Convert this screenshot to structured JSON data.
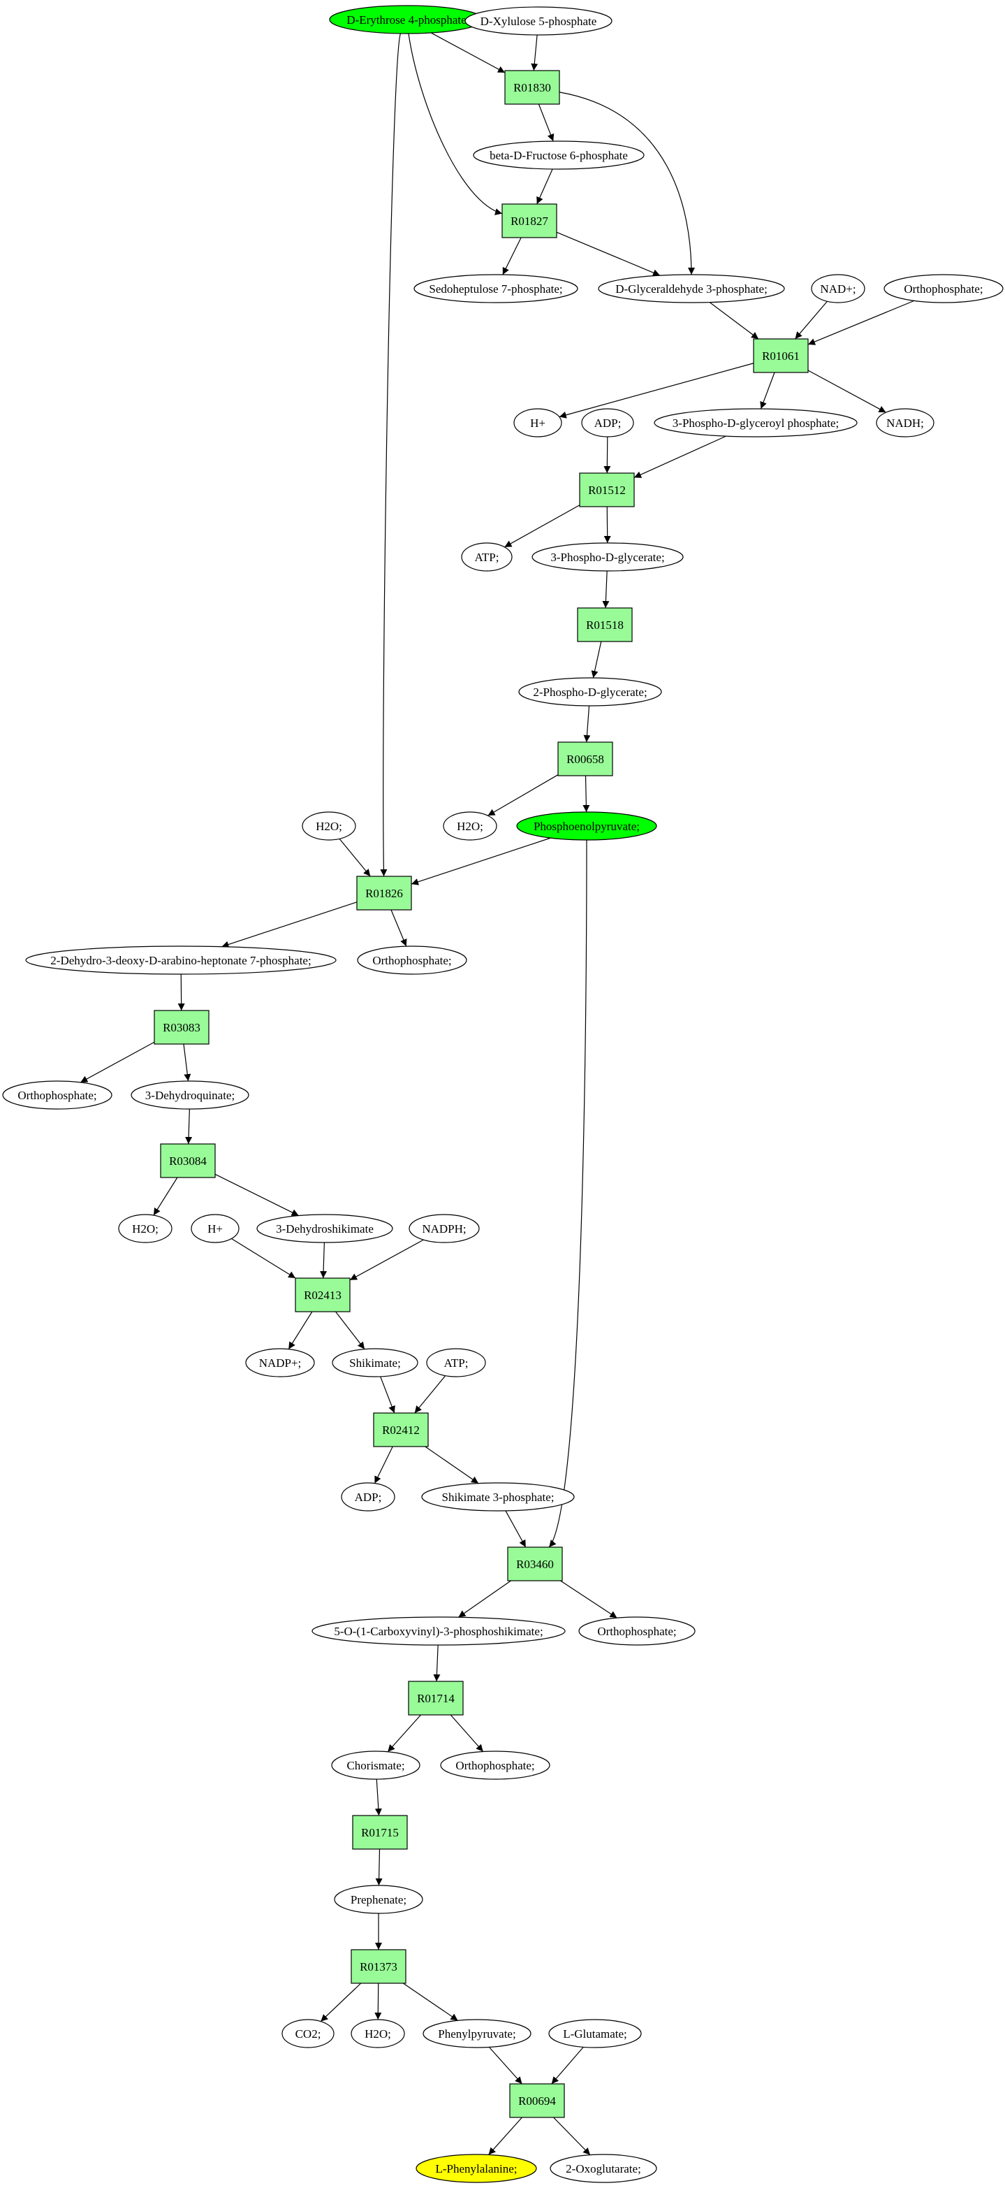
{
  "colors": {
    "compound": "#ffffff",
    "start_compound": "#00ff00",
    "target_compound": "#ffff00",
    "reaction": "#98fb98",
    "stroke": "#000000"
  },
  "compounds": [
    {
      "id": "c01",
      "label": "D-Erythrose 4-phosphate",
      "kind": "start"
    },
    {
      "id": "c02",
      "label": "D-Xylulose 5-phosphate",
      "kind": "normal"
    },
    {
      "id": "c03",
      "label": "beta-D-Fructose 6-phosphate",
      "kind": "normal"
    },
    {
      "id": "c04",
      "label": "Sedoheptulose 7-phosphate;",
      "kind": "normal"
    },
    {
      "id": "c05",
      "label": "D-Glyceraldehyde 3-phosphate;",
      "kind": "normal"
    },
    {
      "id": "c06",
      "label": "NAD+;",
      "kind": "normal"
    },
    {
      "id": "c07",
      "label": "Orthophosphate;",
      "kind": "normal"
    },
    {
      "id": "c08",
      "label": "H+",
      "kind": "normal"
    },
    {
      "id": "c09",
      "label": "ADP;",
      "kind": "normal"
    },
    {
      "id": "c10",
      "label": "3-Phospho-D-glyceroyl phosphate;",
      "kind": "normal"
    },
    {
      "id": "c11",
      "label": "NADH;",
      "kind": "normal"
    },
    {
      "id": "c12",
      "label": "ATP;",
      "kind": "normal"
    },
    {
      "id": "c13",
      "label": "3-Phospho-D-glycerate;",
      "kind": "normal"
    },
    {
      "id": "c14",
      "label": "2-Phospho-D-glycerate;",
      "kind": "normal"
    },
    {
      "id": "c15",
      "label": "H2O;",
      "kind": "normal"
    },
    {
      "id": "c16",
      "label": "Phosphoenolpyruvate;",
      "kind": "start"
    },
    {
      "id": "c17",
      "label": "H2O;",
      "kind": "normal"
    },
    {
      "id": "c18",
      "label": "2-Dehydro-3-deoxy-D-arabino-heptonate 7-phosphate;",
      "kind": "normal"
    },
    {
      "id": "c19",
      "label": "Orthophosphate;",
      "kind": "normal"
    },
    {
      "id": "c20",
      "label": "Orthophosphate;",
      "kind": "normal"
    },
    {
      "id": "c21",
      "label": "3-Dehydroquinate;",
      "kind": "normal"
    },
    {
      "id": "c22",
      "label": "H2O;",
      "kind": "normal"
    },
    {
      "id": "c23",
      "label": "H+",
      "kind": "normal"
    },
    {
      "id": "c24",
      "label": "3-Dehydroshikimate",
      "kind": "normal"
    },
    {
      "id": "c25",
      "label": "NADPH;",
      "kind": "normal"
    },
    {
      "id": "c26",
      "label": "NADP+;",
      "kind": "normal"
    },
    {
      "id": "c27",
      "label": "Shikimate;",
      "kind": "normal"
    },
    {
      "id": "c28",
      "label": "ATP;",
      "kind": "normal"
    },
    {
      "id": "c29",
      "label": "ADP;",
      "kind": "normal"
    },
    {
      "id": "c30",
      "label": "Shikimate 3-phosphate;",
      "kind": "normal"
    },
    {
      "id": "c31",
      "label": "5-O-(1-Carboxyvinyl)-3-phosphoshikimate;",
      "kind": "normal"
    },
    {
      "id": "c32",
      "label": "Orthophosphate;",
      "kind": "normal"
    },
    {
      "id": "c33",
      "label": "Chorismate;",
      "kind": "normal"
    },
    {
      "id": "c34",
      "label": "Orthophosphate;",
      "kind": "normal"
    },
    {
      "id": "c35",
      "label": "Prephenate;",
      "kind": "normal"
    },
    {
      "id": "c36",
      "label": "CO2;",
      "kind": "normal"
    },
    {
      "id": "c37",
      "label": "H2O;",
      "kind": "normal"
    },
    {
      "id": "c38",
      "label": "Phenylpyruvate;",
      "kind": "normal"
    },
    {
      "id": "c39",
      "label": "L-Glutamate;",
      "kind": "normal"
    },
    {
      "id": "c40",
      "label": "L-Phenylalanine;",
      "kind": "target"
    },
    {
      "id": "c41",
      "label": "2-Oxoglutarate;",
      "kind": "normal"
    }
  ],
  "reactions": [
    {
      "id": "R01830",
      "label": "R01830"
    },
    {
      "id": "R01827",
      "label": "R01827"
    },
    {
      "id": "R01061",
      "label": "R01061"
    },
    {
      "id": "R01512",
      "label": "R01512"
    },
    {
      "id": "R01518",
      "label": "R01518"
    },
    {
      "id": "R00658",
      "label": "R00658"
    },
    {
      "id": "R01826",
      "label": "R01826"
    },
    {
      "id": "R03083",
      "label": "R03083"
    },
    {
      "id": "R03084",
      "label": "R03084"
    },
    {
      "id": "R02413",
      "label": "R02413"
    },
    {
      "id": "R02412",
      "label": "R02412"
    },
    {
      "id": "R03460",
      "label": "R03460"
    },
    {
      "id": "R01714",
      "label": "R01714"
    },
    {
      "id": "R01715",
      "label": "R01715"
    },
    {
      "id": "R01373",
      "label": "R01373"
    },
    {
      "id": "R00694",
      "label": "R00694"
    }
  ],
  "edges": [
    [
      "c01",
      "R01830"
    ],
    [
      "c02",
      "R01830"
    ],
    [
      "R01830",
      "c03"
    ],
    [
      "R01830",
      "c05"
    ],
    [
      "c01",
      "R01827"
    ],
    [
      "c03",
      "R01827"
    ],
    [
      "R01827",
      "c04"
    ],
    [
      "R01827",
      "c05"
    ],
    [
      "c05",
      "R01061"
    ],
    [
      "c06",
      "R01061"
    ],
    [
      "c07",
      "R01061"
    ],
    [
      "R01061",
      "c08"
    ],
    [
      "R01061",
      "c10"
    ],
    [
      "R01061",
      "c11"
    ],
    [
      "c09",
      "R01512"
    ],
    [
      "c10",
      "R01512"
    ],
    [
      "R01512",
      "c12"
    ],
    [
      "R01512",
      "c13"
    ],
    [
      "c13",
      "R01518"
    ],
    [
      "R01518",
      "c14"
    ],
    [
      "c14",
      "R00658"
    ],
    [
      "R00658",
      "c15"
    ],
    [
      "R00658",
      "c16"
    ],
    [
      "c01",
      "R01826"
    ],
    [
      "c17",
      "R01826"
    ],
    [
      "c16",
      "R01826"
    ],
    [
      "R01826",
      "c18"
    ],
    [
      "R01826",
      "c19"
    ],
    [
      "c18",
      "R03083"
    ],
    [
      "R03083",
      "c20"
    ],
    [
      "R03083",
      "c21"
    ],
    [
      "c21",
      "R03084"
    ],
    [
      "R03084",
      "c22"
    ],
    [
      "R03084",
      "c24"
    ],
    [
      "c23",
      "R02413"
    ],
    [
      "c24",
      "R02413"
    ],
    [
      "c25",
      "R02413"
    ],
    [
      "R02413",
      "c26"
    ],
    [
      "R02413",
      "c27"
    ],
    [
      "c27",
      "R02412"
    ],
    [
      "c28",
      "R02412"
    ],
    [
      "R02412",
      "c29"
    ],
    [
      "R02412",
      "c30"
    ],
    [
      "c30",
      "R03460"
    ],
    [
      "c16",
      "R03460"
    ],
    [
      "R03460",
      "c31"
    ],
    [
      "R03460",
      "c32"
    ],
    [
      "c31",
      "R01714"
    ],
    [
      "R01714",
      "c33"
    ],
    [
      "R01714",
      "c34"
    ],
    [
      "c33",
      "R01715"
    ],
    [
      "R01715",
      "c35"
    ],
    [
      "c35",
      "R01373"
    ],
    [
      "R01373",
      "c36"
    ],
    [
      "R01373",
      "c37"
    ],
    [
      "R01373",
      "c38"
    ],
    [
      "c38",
      "R00694"
    ],
    [
      "c39",
      "R00694"
    ],
    [
      "R00694",
      "c40"
    ],
    [
      "R00694",
      "c41"
    ]
  ]
}
